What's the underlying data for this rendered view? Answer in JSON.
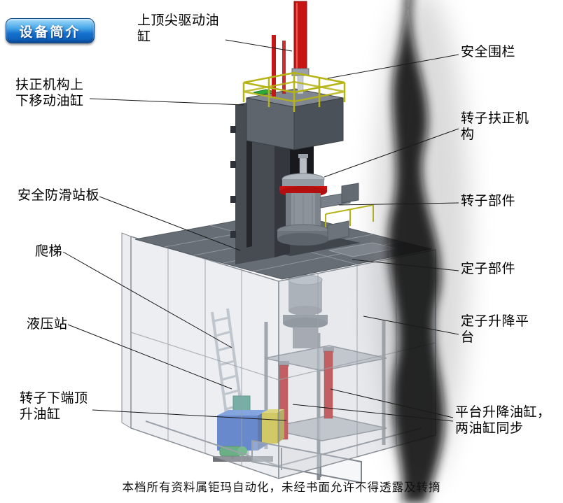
{
  "badge": {
    "label": "设备简介"
  },
  "callouts": [
    {
      "name": "top-center-drive-cylinder",
      "label": "上顶尖驱动油缸"
    },
    {
      "name": "safety-fence",
      "label": "安全围栏"
    },
    {
      "name": "centering-updown-cylinder",
      "label": "扶正机构上下移动油缸"
    },
    {
      "name": "rotor-centering-mechanism",
      "label": "转子扶正机构"
    },
    {
      "name": "anti-slip-platform",
      "label": "安全防滑站板"
    },
    {
      "name": "rotor-component",
      "label": "转子部件"
    },
    {
      "name": "ladder",
      "label": "爬梯"
    },
    {
      "name": "stator-component",
      "label": "定子部件"
    },
    {
      "name": "hydraulic-station",
      "label": "液压站"
    },
    {
      "name": "stator-lift-platform",
      "label": "定子升降平台"
    },
    {
      "name": "rotor-bottom-jack-cylinder",
      "label": "转子下端顶升油缸"
    },
    {
      "name": "platform-lift-cylinders",
      "label": "平台升降油缸，两油缸同步"
    }
  ],
  "footer": {
    "text": "本档所有资料属钜玛自动化，未经书面允许不得透露及转摘"
  },
  "colors": {
    "cylinder_red": "#c81414",
    "railing_yellow": "#b6b414",
    "hydraulic_blue": "#2a5ec4",
    "badge_blue": "#1470cc"
  }
}
